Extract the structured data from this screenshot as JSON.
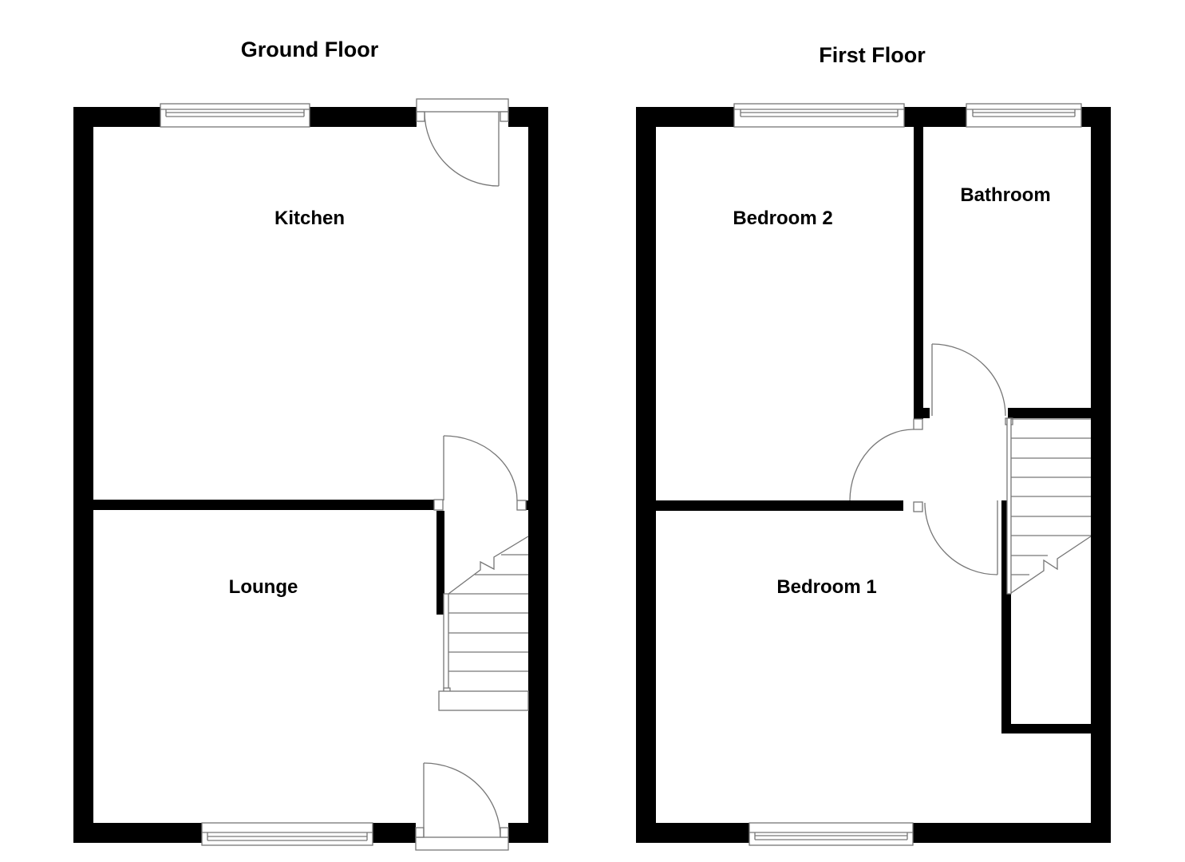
{
  "floors": [
    {
      "title": "Ground Floor",
      "rooms": [
        {
          "name": "Kitchen"
        },
        {
          "name": "Lounge"
        }
      ]
    },
    {
      "title": "First Floor",
      "rooms": [
        {
          "name": "Bedroom 2"
        },
        {
          "name": "Bathroom"
        },
        {
          "name": "Bedroom 1"
        }
      ]
    }
  ],
  "colors": {
    "wall": "#000000",
    "fixture_line": "#777777",
    "background": "#ffffff"
  }
}
